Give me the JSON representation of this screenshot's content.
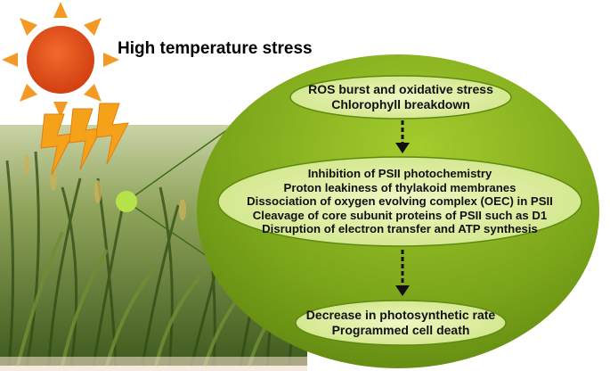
{
  "title": "High temperature stress",
  "boxes": [
    {
      "lines": [
        "ROS burst and oxidative stress",
        "Chlorophyll breakdown"
      ]
    },
    {
      "lines": [
        "Inhibition of PSII photochemistry",
        "Proton leakiness of thylakoid membranes",
        "Dissociation of oxygen evolving complex (OEC) in PSII",
        "Cleavage of core subunit proteins of PSII such as D1",
        "Disruption of electron transfer and ATP synthesis"
      ]
    },
    {
      "lines": [
        "Decrease in photosynthetic rate",
        "Programmed cell death"
      ]
    }
  ],
  "colors": {
    "big_oval": "#7aa518",
    "inner_box": "#d9ec9a",
    "sun_core": "#e44f1c",
    "sun_rays": "#f39a26",
    "lightning": "#f5a21a",
    "leaf_spot": "#b6e34a"
  }
}
